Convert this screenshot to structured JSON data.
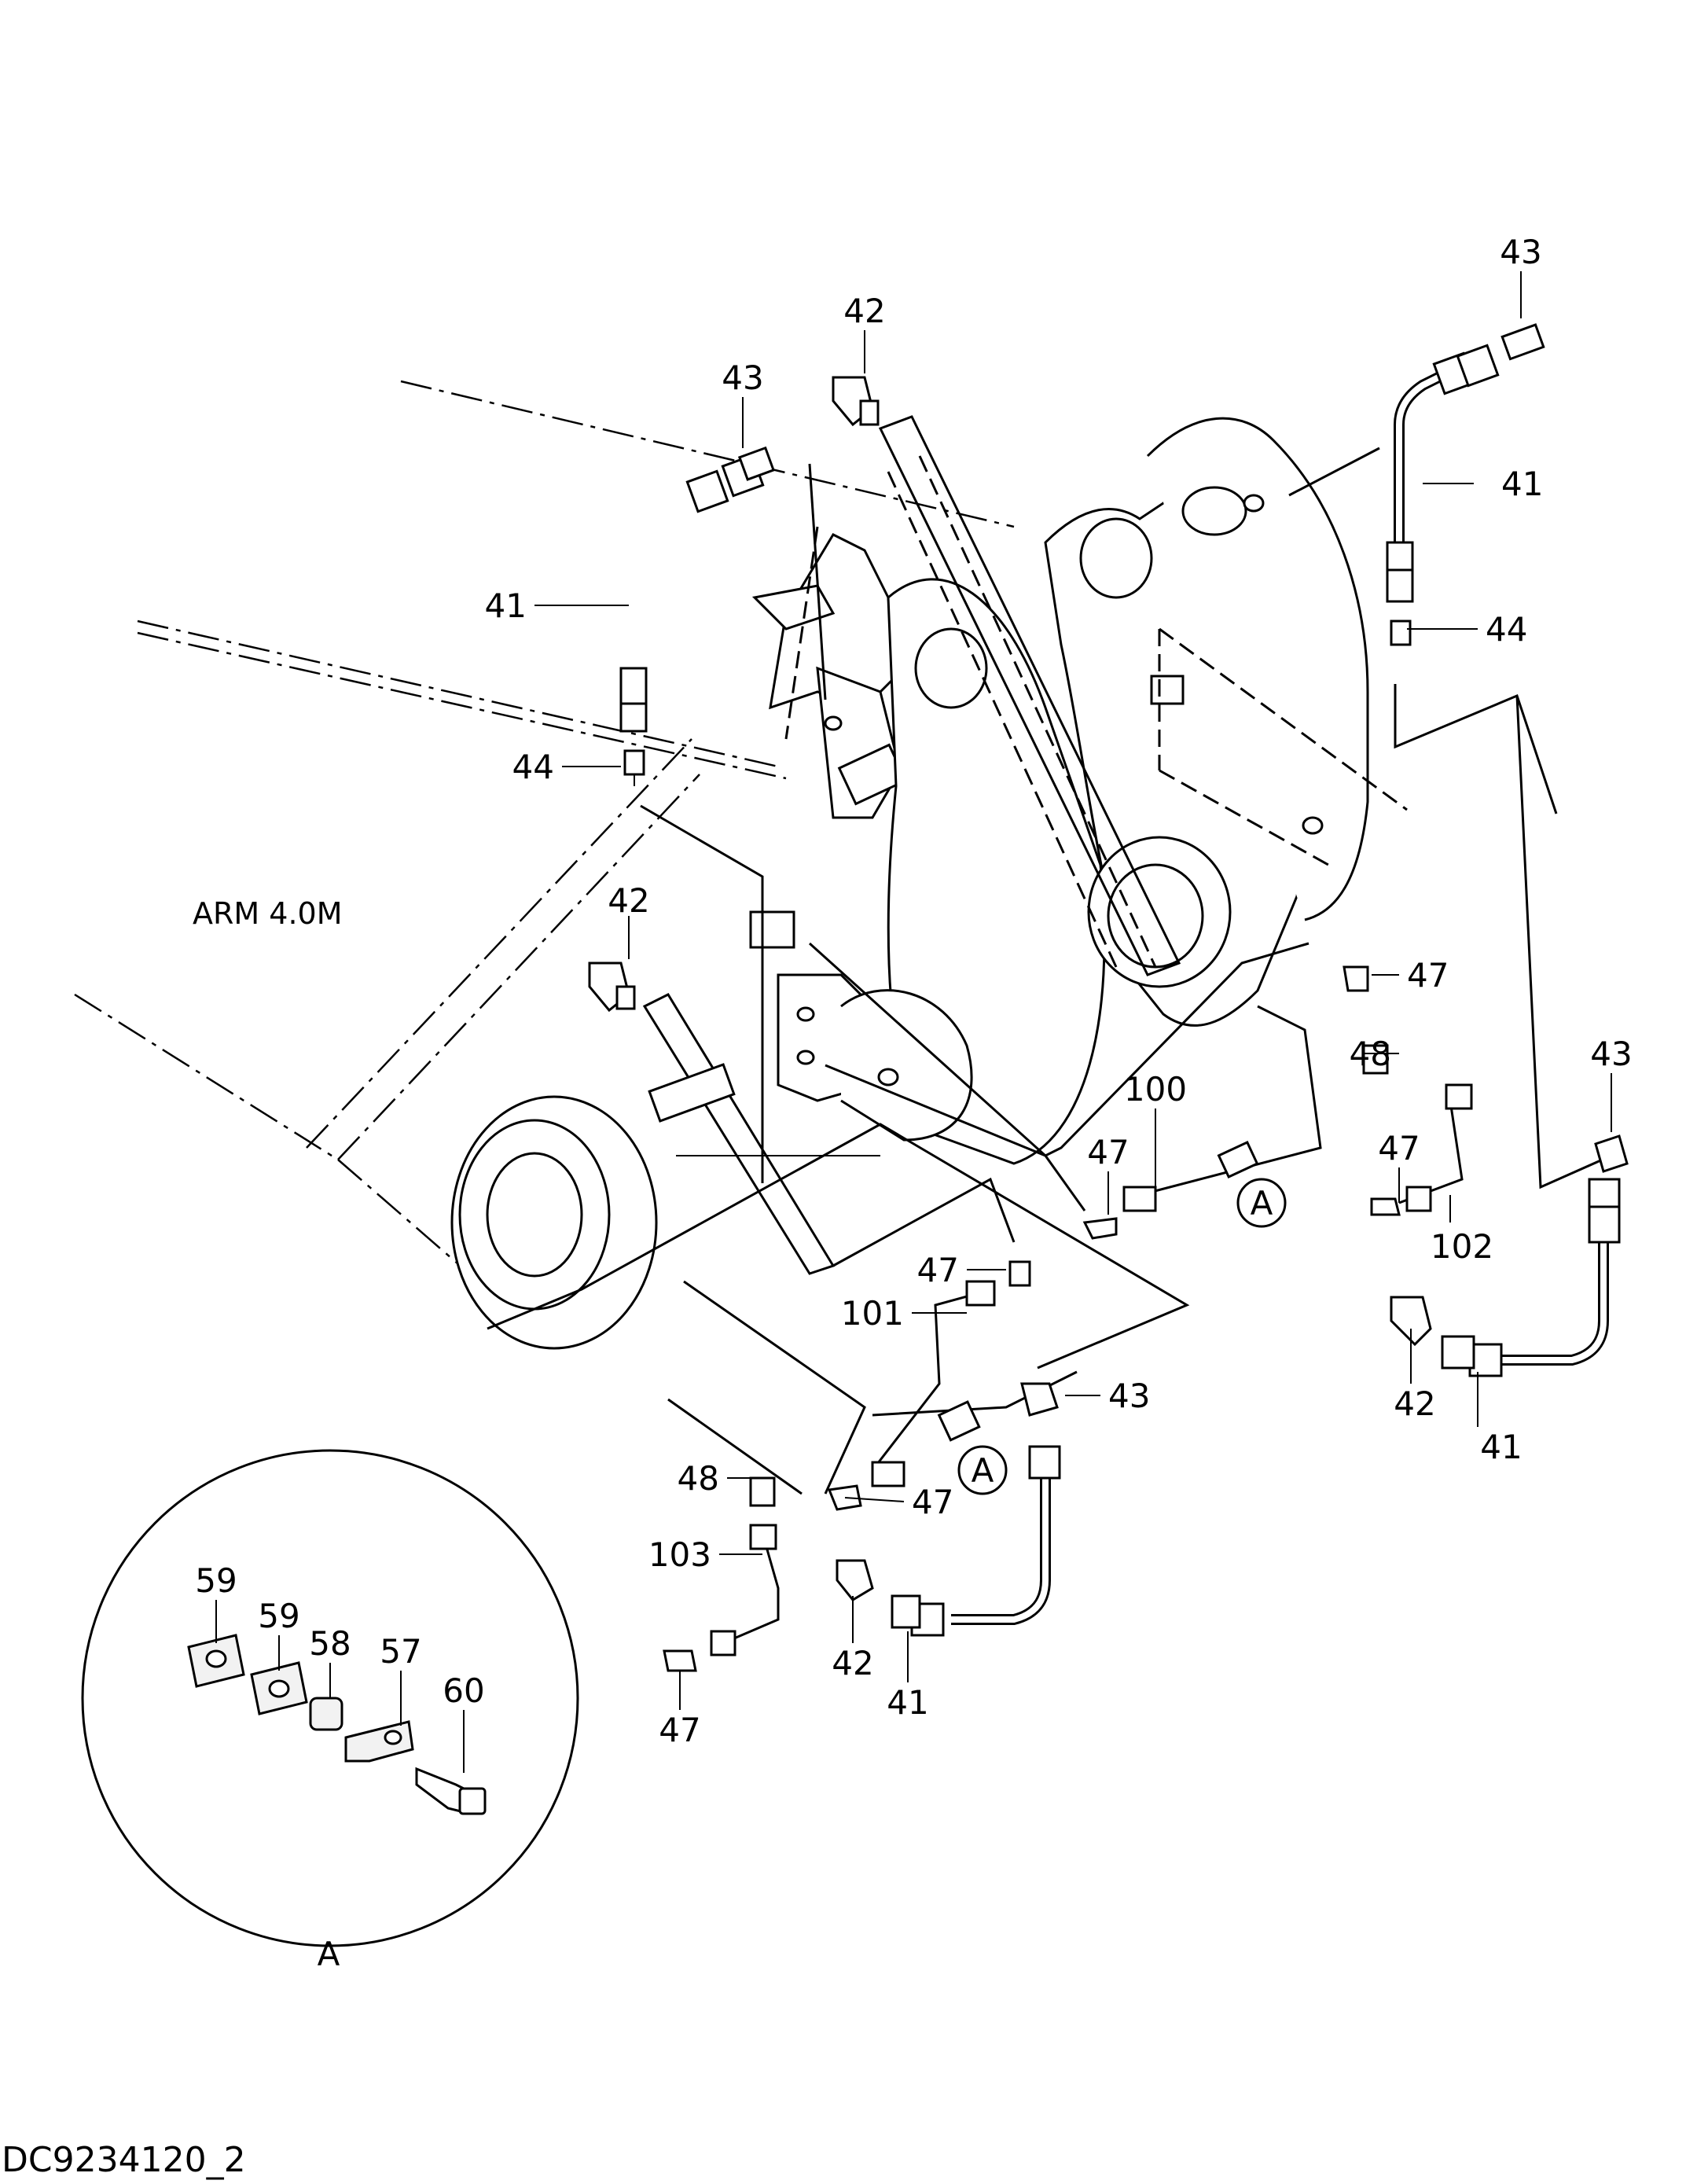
{
  "diagram": {
    "arm_label": "ARM  4.0M",
    "document_id": "DC9234120_2",
    "detail_letter": "A",
    "callouts": {
      "c43_tr": "43",
      "c41_tr": "41",
      "c44_r": "44",
      "c42_top": "42",
      "c43_tl": "43",
      "c41_tl": "41",
      "c44_l": "44",
      "c42_mid": "42",
      "c47_r1": "47",
      "c48_r": "48",
      "c43_r": "43",
      "c47_r2": "47",
      "c100": "100",
      "c47_c1": "47",
      "c102": "102",
      "c42_r": "42",
      "c41_r": "41",
      "c47_c2": "47",
      "c101": "101",
      "c43_c": "43",
      "c48_c": "48",
      "c47_c3": "47",
      "c103": "103",
      "c42_b": "42",
      "c41_b": "41",
      "c47_b": "47",
      "c59_a": "59",
      "c59_b": "59",
      "c58": "58",
      "c57": "57",
      "c60": "60"
    }
  }
}
